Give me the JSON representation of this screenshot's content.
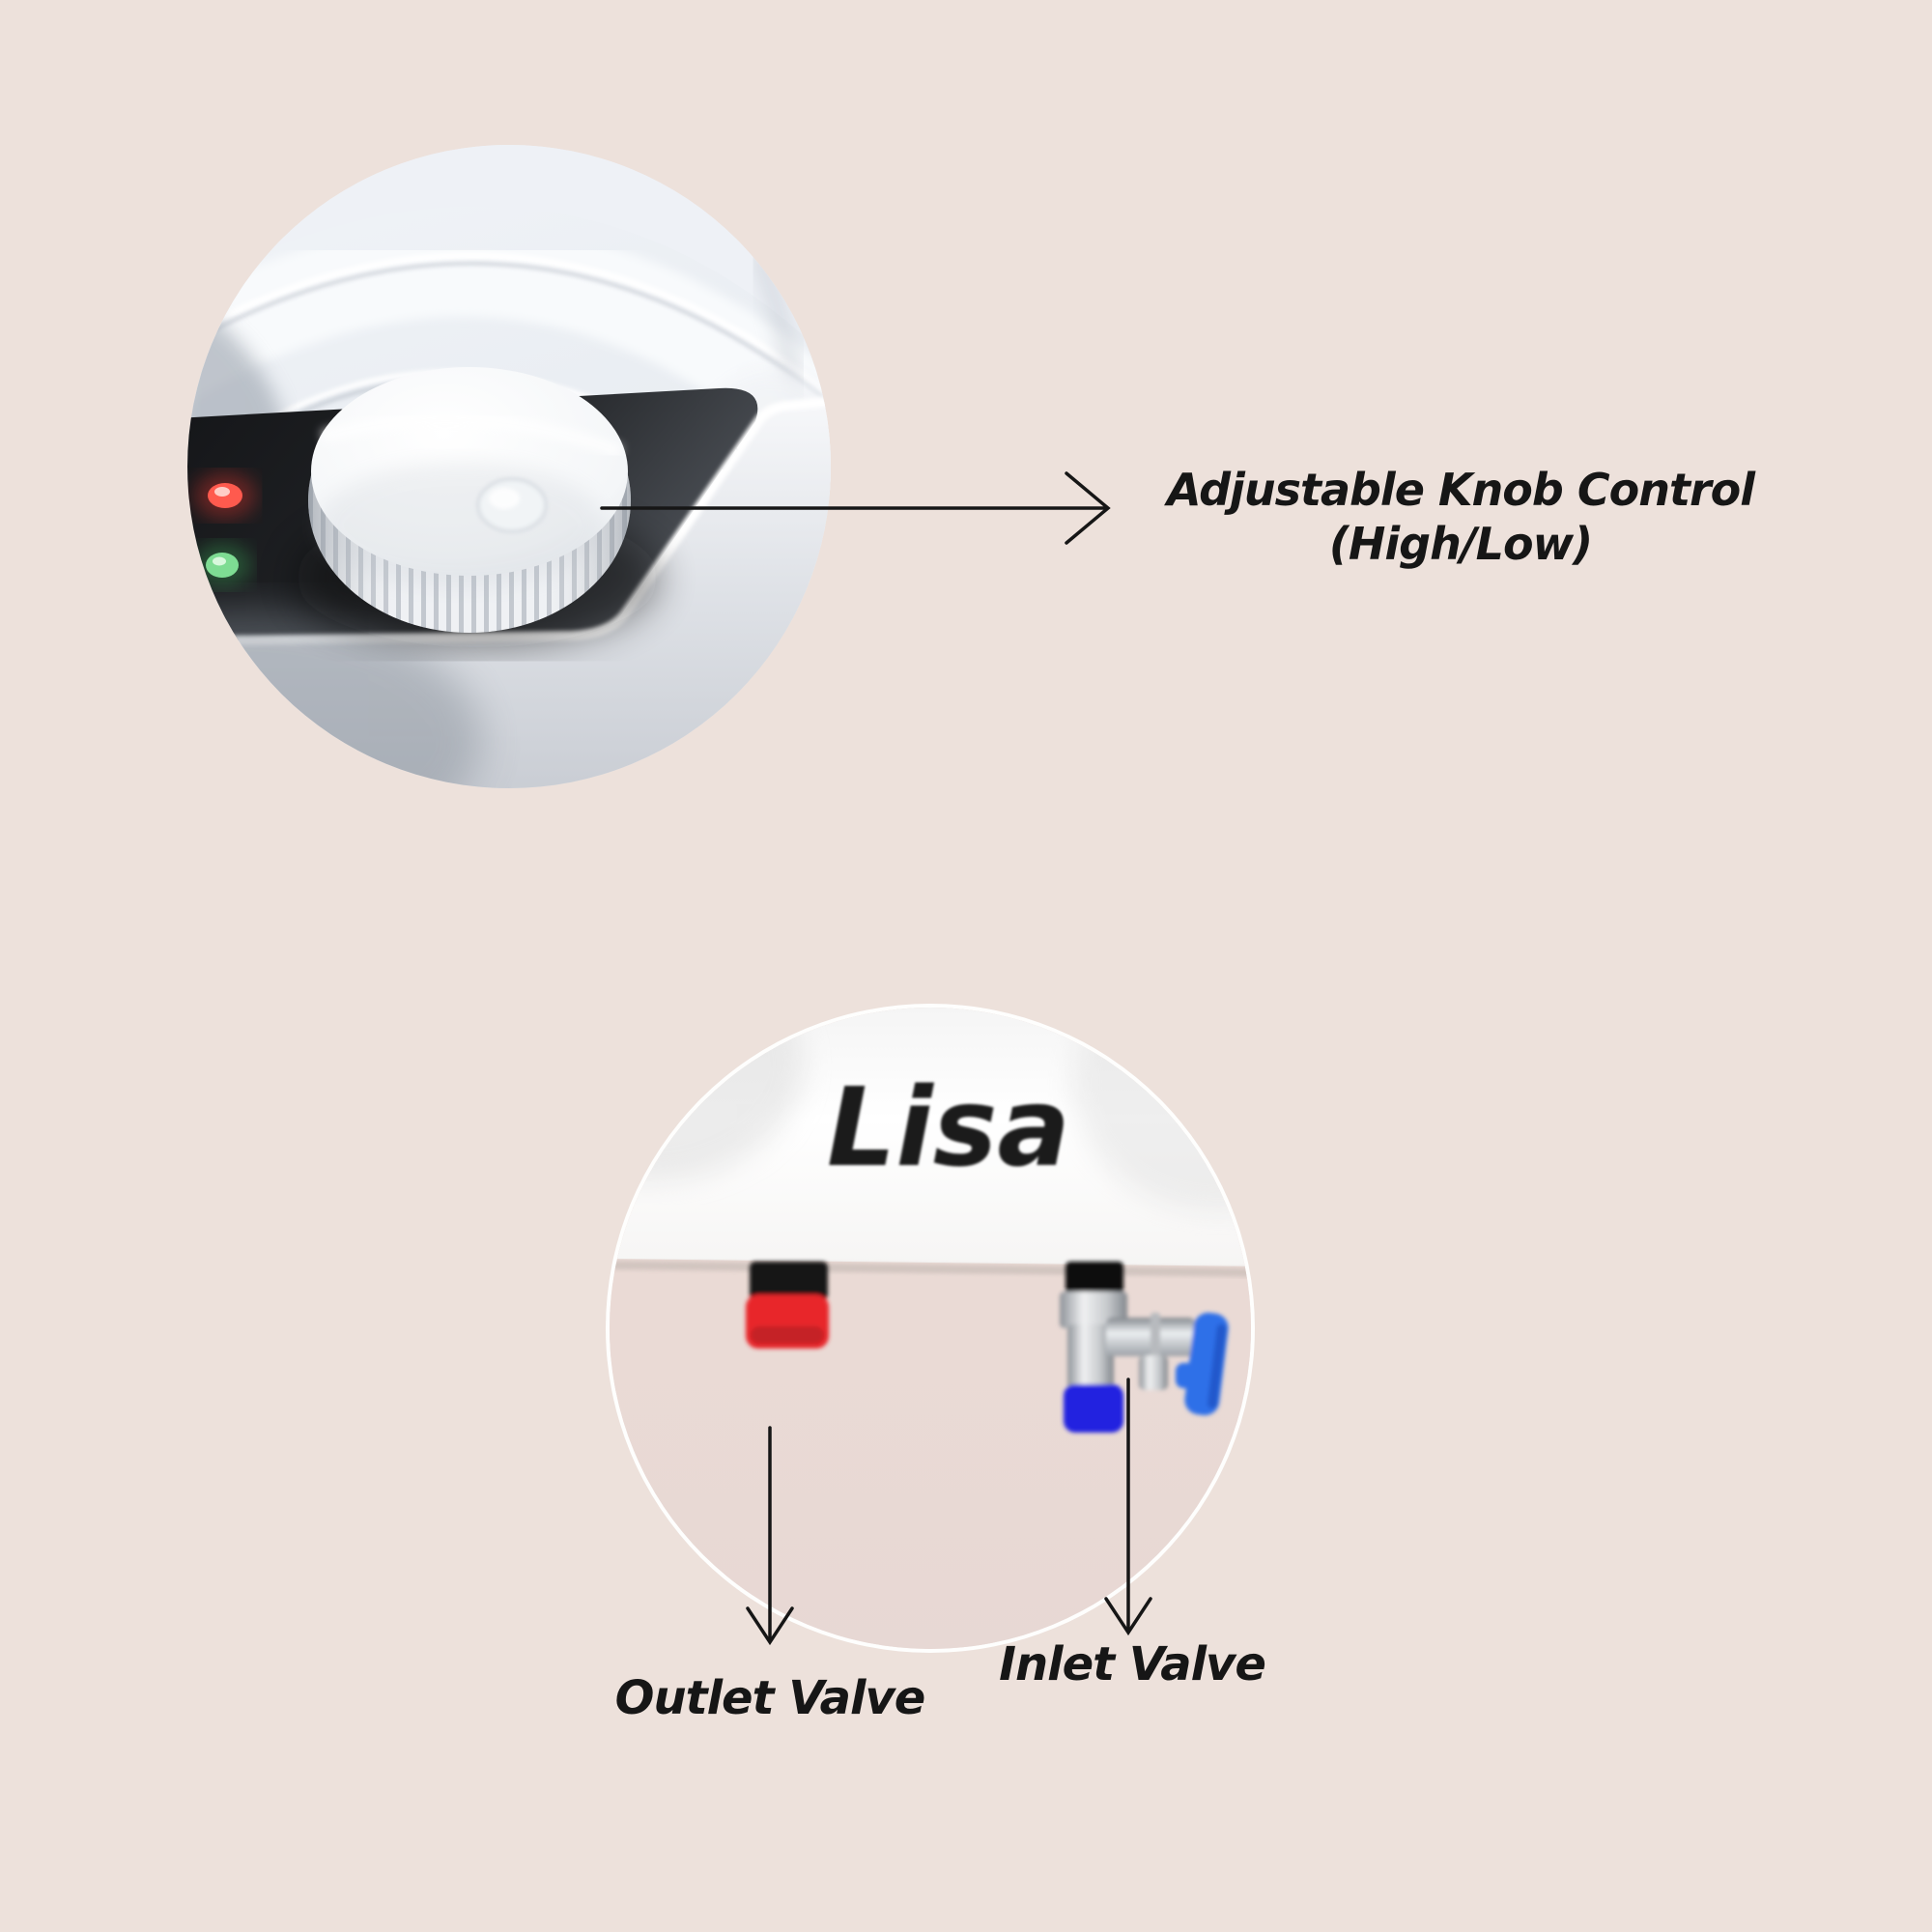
{
  "page": {
    "background": "#EDE1DB"
  },
  "knob_callout": {
    "line1": "Adjustable Knob Control",
    "line2": "(High/Low)",
    "led_red_color": "#ff5a4e",
    "led_green_color": "#7edc93"
  },
  "valve_callout": {
    "brand": "Lisa",
    "outlet_label": "Outlet Valve",
    "inlet_label": "Inlet Valve",
    "outlet_red_color": "#e8262c",
    "inlet_cap_blue_color": "#2023e0",
    "inlet_handle_blue_color": "#2f6fe8"
  },
  "annotation": {
    "line_color": "#161616"
  }
}
